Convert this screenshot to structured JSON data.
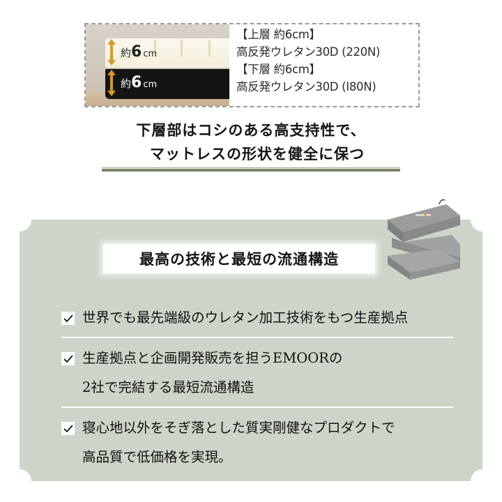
{
  "spec": {
    "upper_dim": {
      "prefix": "約",
      "value": "6",
      "unit": "cm"
    },
    "lower_dim": {
      "prefix": "約",
      "value": "6",
      "unit": "cm"
    },
    "upper_label": "【上層 約6cm】",
    "upper_material": "高反発ウレタン30D (220N)",
    "lower_label": "【下層 約6cm】",
    "lower_material": "高反発ウレタン30D (I80N)",
    "arrow_color": "#d39a2c"
  },
  "headline": {
    "line1": "下層部はコシのある高支持性で、",
    "line2": "マットレスの形状を健全に保つ"
  },
  "panel": {
    "background_color": "#cdd5c9",
    "title": "最高の技術と最短の流通構造",
    "product_image_alt": "folded-gray-mattress",
    "features": [
      {
        "icon": "checkmark-icon",
        "lines": [
          "世界でも最先端級のウレタン加工技術をもつ生産拠点"
        ]
      },
      {
        "icon": "checkmark-icon",
        "lines": [
          "生産拠点と企画開発販売を担うEMOORの",
          "2社で完結する最短流通構造"
        ]
      },
      {
        "icon": "checkmark-icon",
        "lines": [
          "寝心地以外をそぎ落とした質実剛健なプロダクトで",
          "高品質で低価格を実現。"
        ]
      }
    ]
  }
}
